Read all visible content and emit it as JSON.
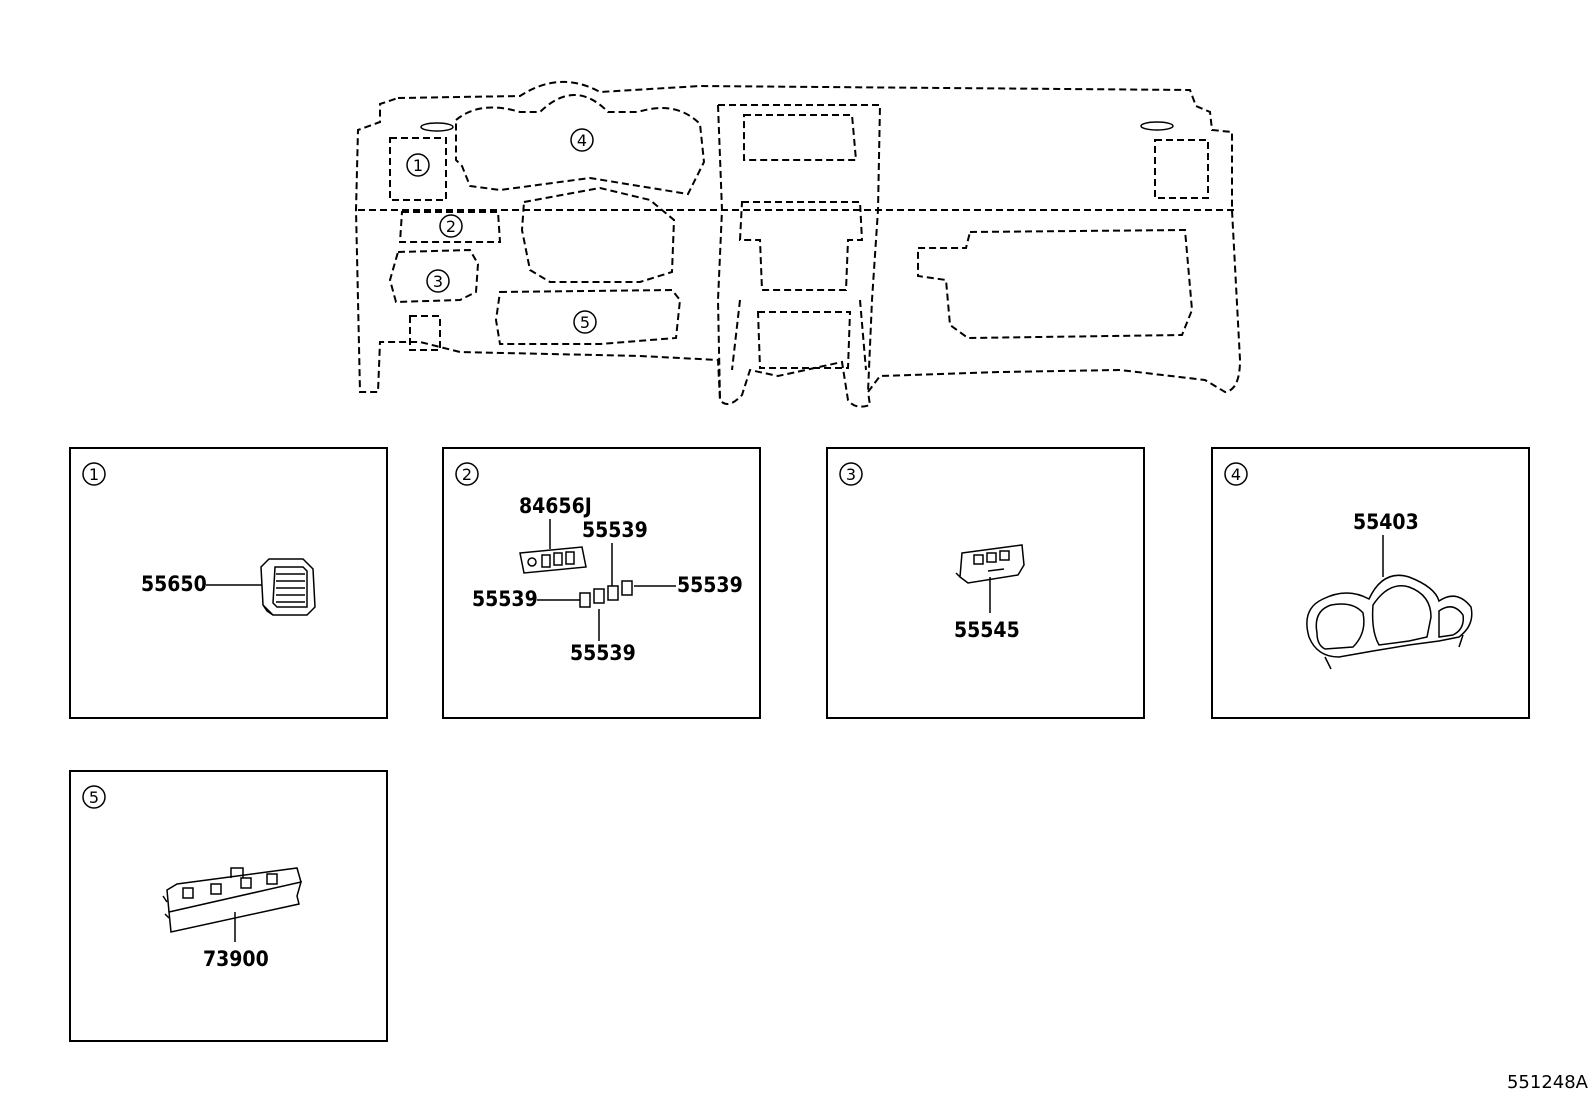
{
  "overview": {
    "areas": [
      {
        "num": "1"
      },
      {
        "num": "2"
      },
      {
        "num": "3"
      },
      {
        "num": "4"
      },
      {
        "num": "5"
      }
    ]
  },
  "panels": [
    {
      "num": "1",
      "parts": [
        "55650"
      ]
    },
    {
      "num": "2",
      "parts": [
        "84656J",
        "55539",
        "55539",
        "55539",
        "55539"
      ]
    },
    {
      "num": "3",
      "parts": [
        "55545"
      ]
    },
    {
      "num": "4",
      "parts": [
        "55403"
      ]
    },
    {
      "num": "5",
      "parts": [
        "73900"
      ]
    }
  ],
  "reference_code": "551248A"
}
